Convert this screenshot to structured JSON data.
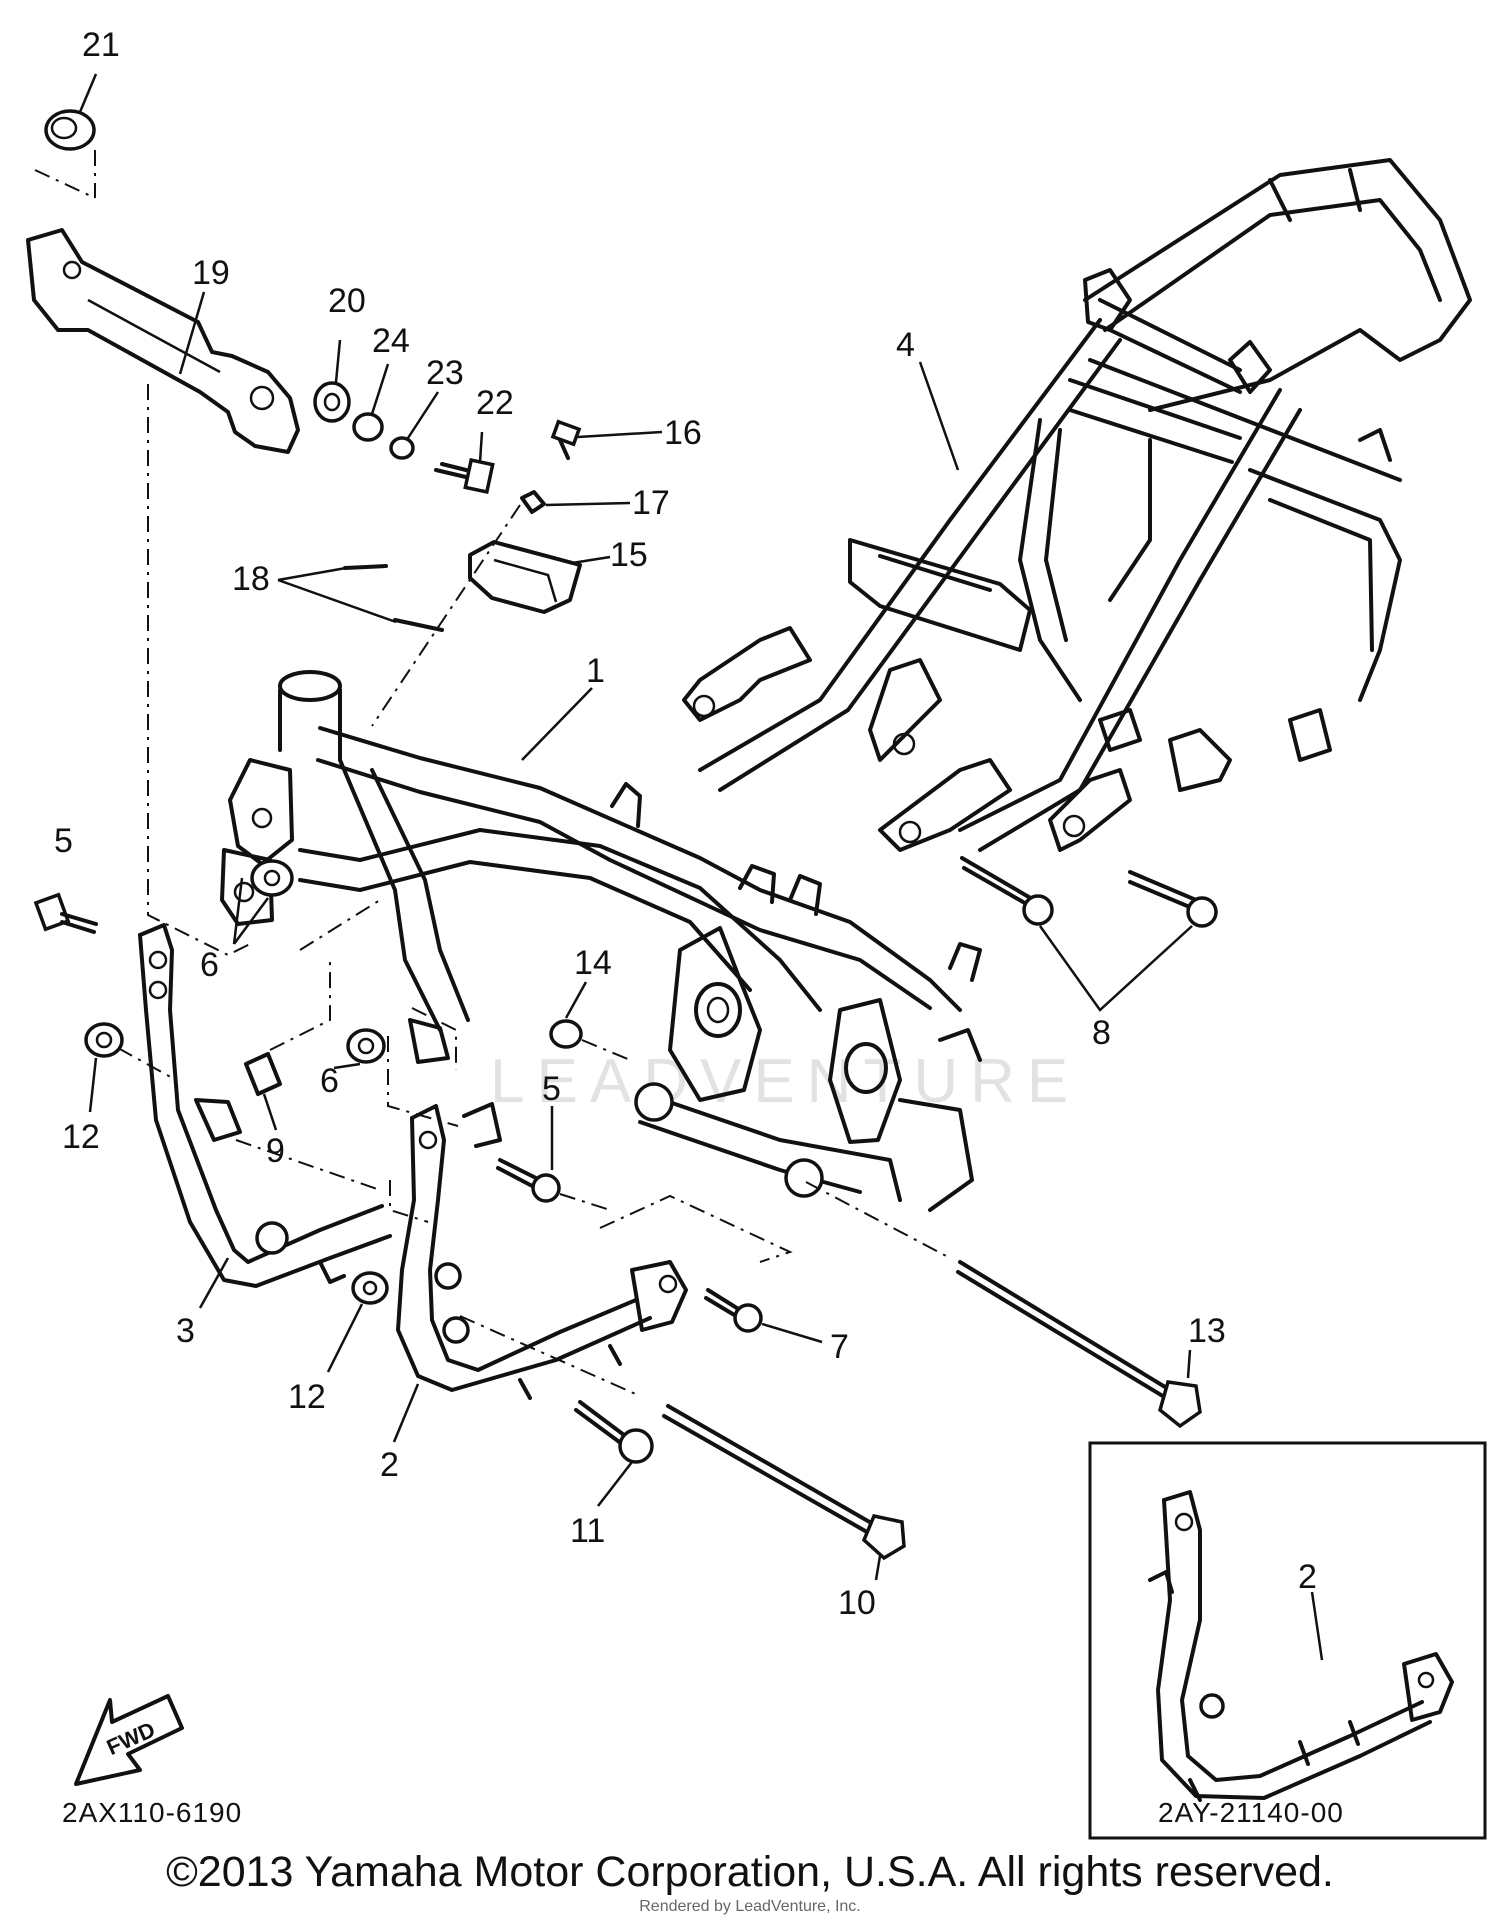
{
  "diagram": {
    "watermark": "LEADVENTURE",
    "fwd_label": "FWD",
    "diagram_code": "2AX110-6190",
    "inset_code": "2AY-21140-00"
  },
  "callouts": [
    {
      "id": "c1",
      "text": "1"
    },
    {
      "id": "c2",
      "text": "2"
    },
    {
      "id": "c2i",
      "text": "2"
    },
    {
      "id": "c3",
      "text": "3"
    },
    {
      "id": "c4",
      "text": "4"
    },
    {
      "id": "c5a",
      "text": "5"
    },
    {
      "id": "c5b",
      "text": "5"
    },
    {
      "id": "c6a",
      "text": "6"
    },
    {
      "id": "c6b",
      "text": "6"
    },
    {
      "id": "c7",
      "text": "7"
    },
    {
      "id": "c8",
      "text": "8"
    },
    {
      "id": "c9",
      "text": "9"
    },
    {
      "id": "c10",
      "text": "10"
    },
    {
      "id": "c11",
      "text": "11"
    },
    {
      "id": "c12a",
      "text": "12"
    },
    {
      "id": "c12b",
      "text": "12"
    },
    {
      "id": "c13",
      "text": "13"
    },
    {
      "id": "c14",
      "text": "14"
    },
    {
      "id": "c15",
      "text": "15"
    },
    {
      "id": "c16",
      "text": "16"
    },
    {
      "id": "c17",
      "text": "17"
    },
    {
      "id": "c18",
      "text": "18"
    },
    {
      "id": "c19",
      "text": "19"
    },
    {
      "id": "c20",
      "text": "20"
    },
    {
      "id": "c21",
      "text": "21"
    },
    {
      "id": "c22",
      "text": "22"
    },
    {
      "id": "c23",
      "text": "23"
    },
    {
      "id": "c24",
      "text": "24"
    }
  ],
  "footer": {
    "copyright": "©2013 Yamaha Motor Corporation, U.S.A. All rights reserved.",
    "rendered_by": "Rendered by LeadVenture, Inc."
  }
}
